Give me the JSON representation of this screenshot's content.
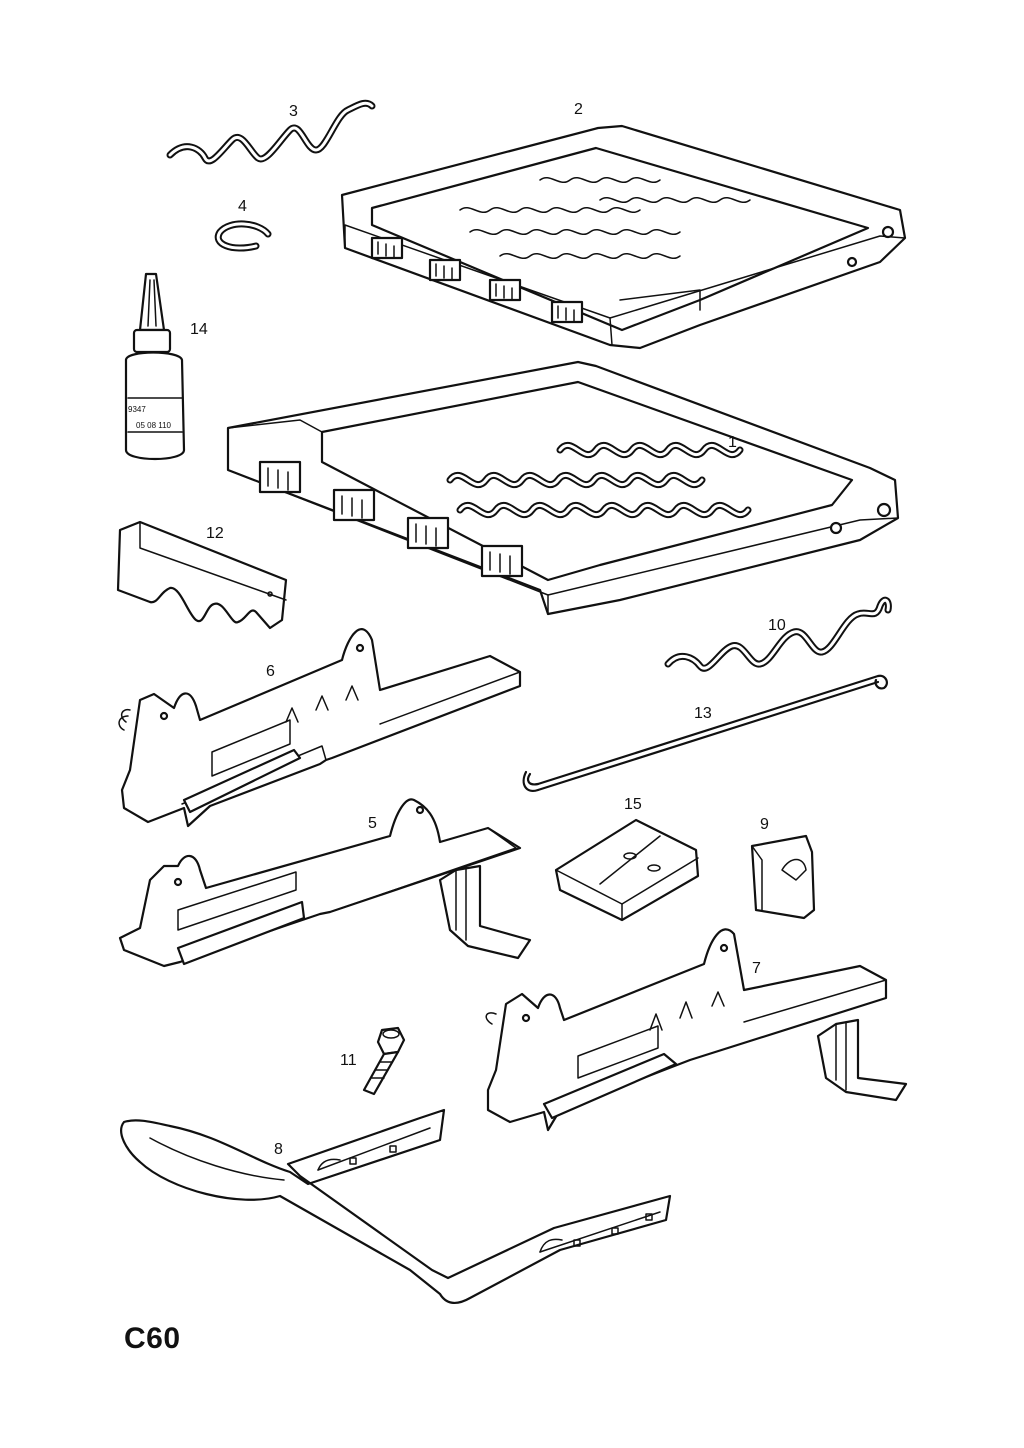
{
  "callouts": {
    "p1": "1",
    "p2": "2",
    "p3": "3",
    "p4": "4",
    "p5": "5",
    "p6": "6",
    "p7": "7",
    "p8": "8",
    "p9": "9",
    "p10": "10",
    "p11": "11",
    "p12": "12",
    "p13": "13",
    "p14": "14",
    "p15": "15"
  },
  "bottle_label": {
    "line1": "9347",
    "line2": "05 08 110"
  },
  "page_code": "C60"
}
